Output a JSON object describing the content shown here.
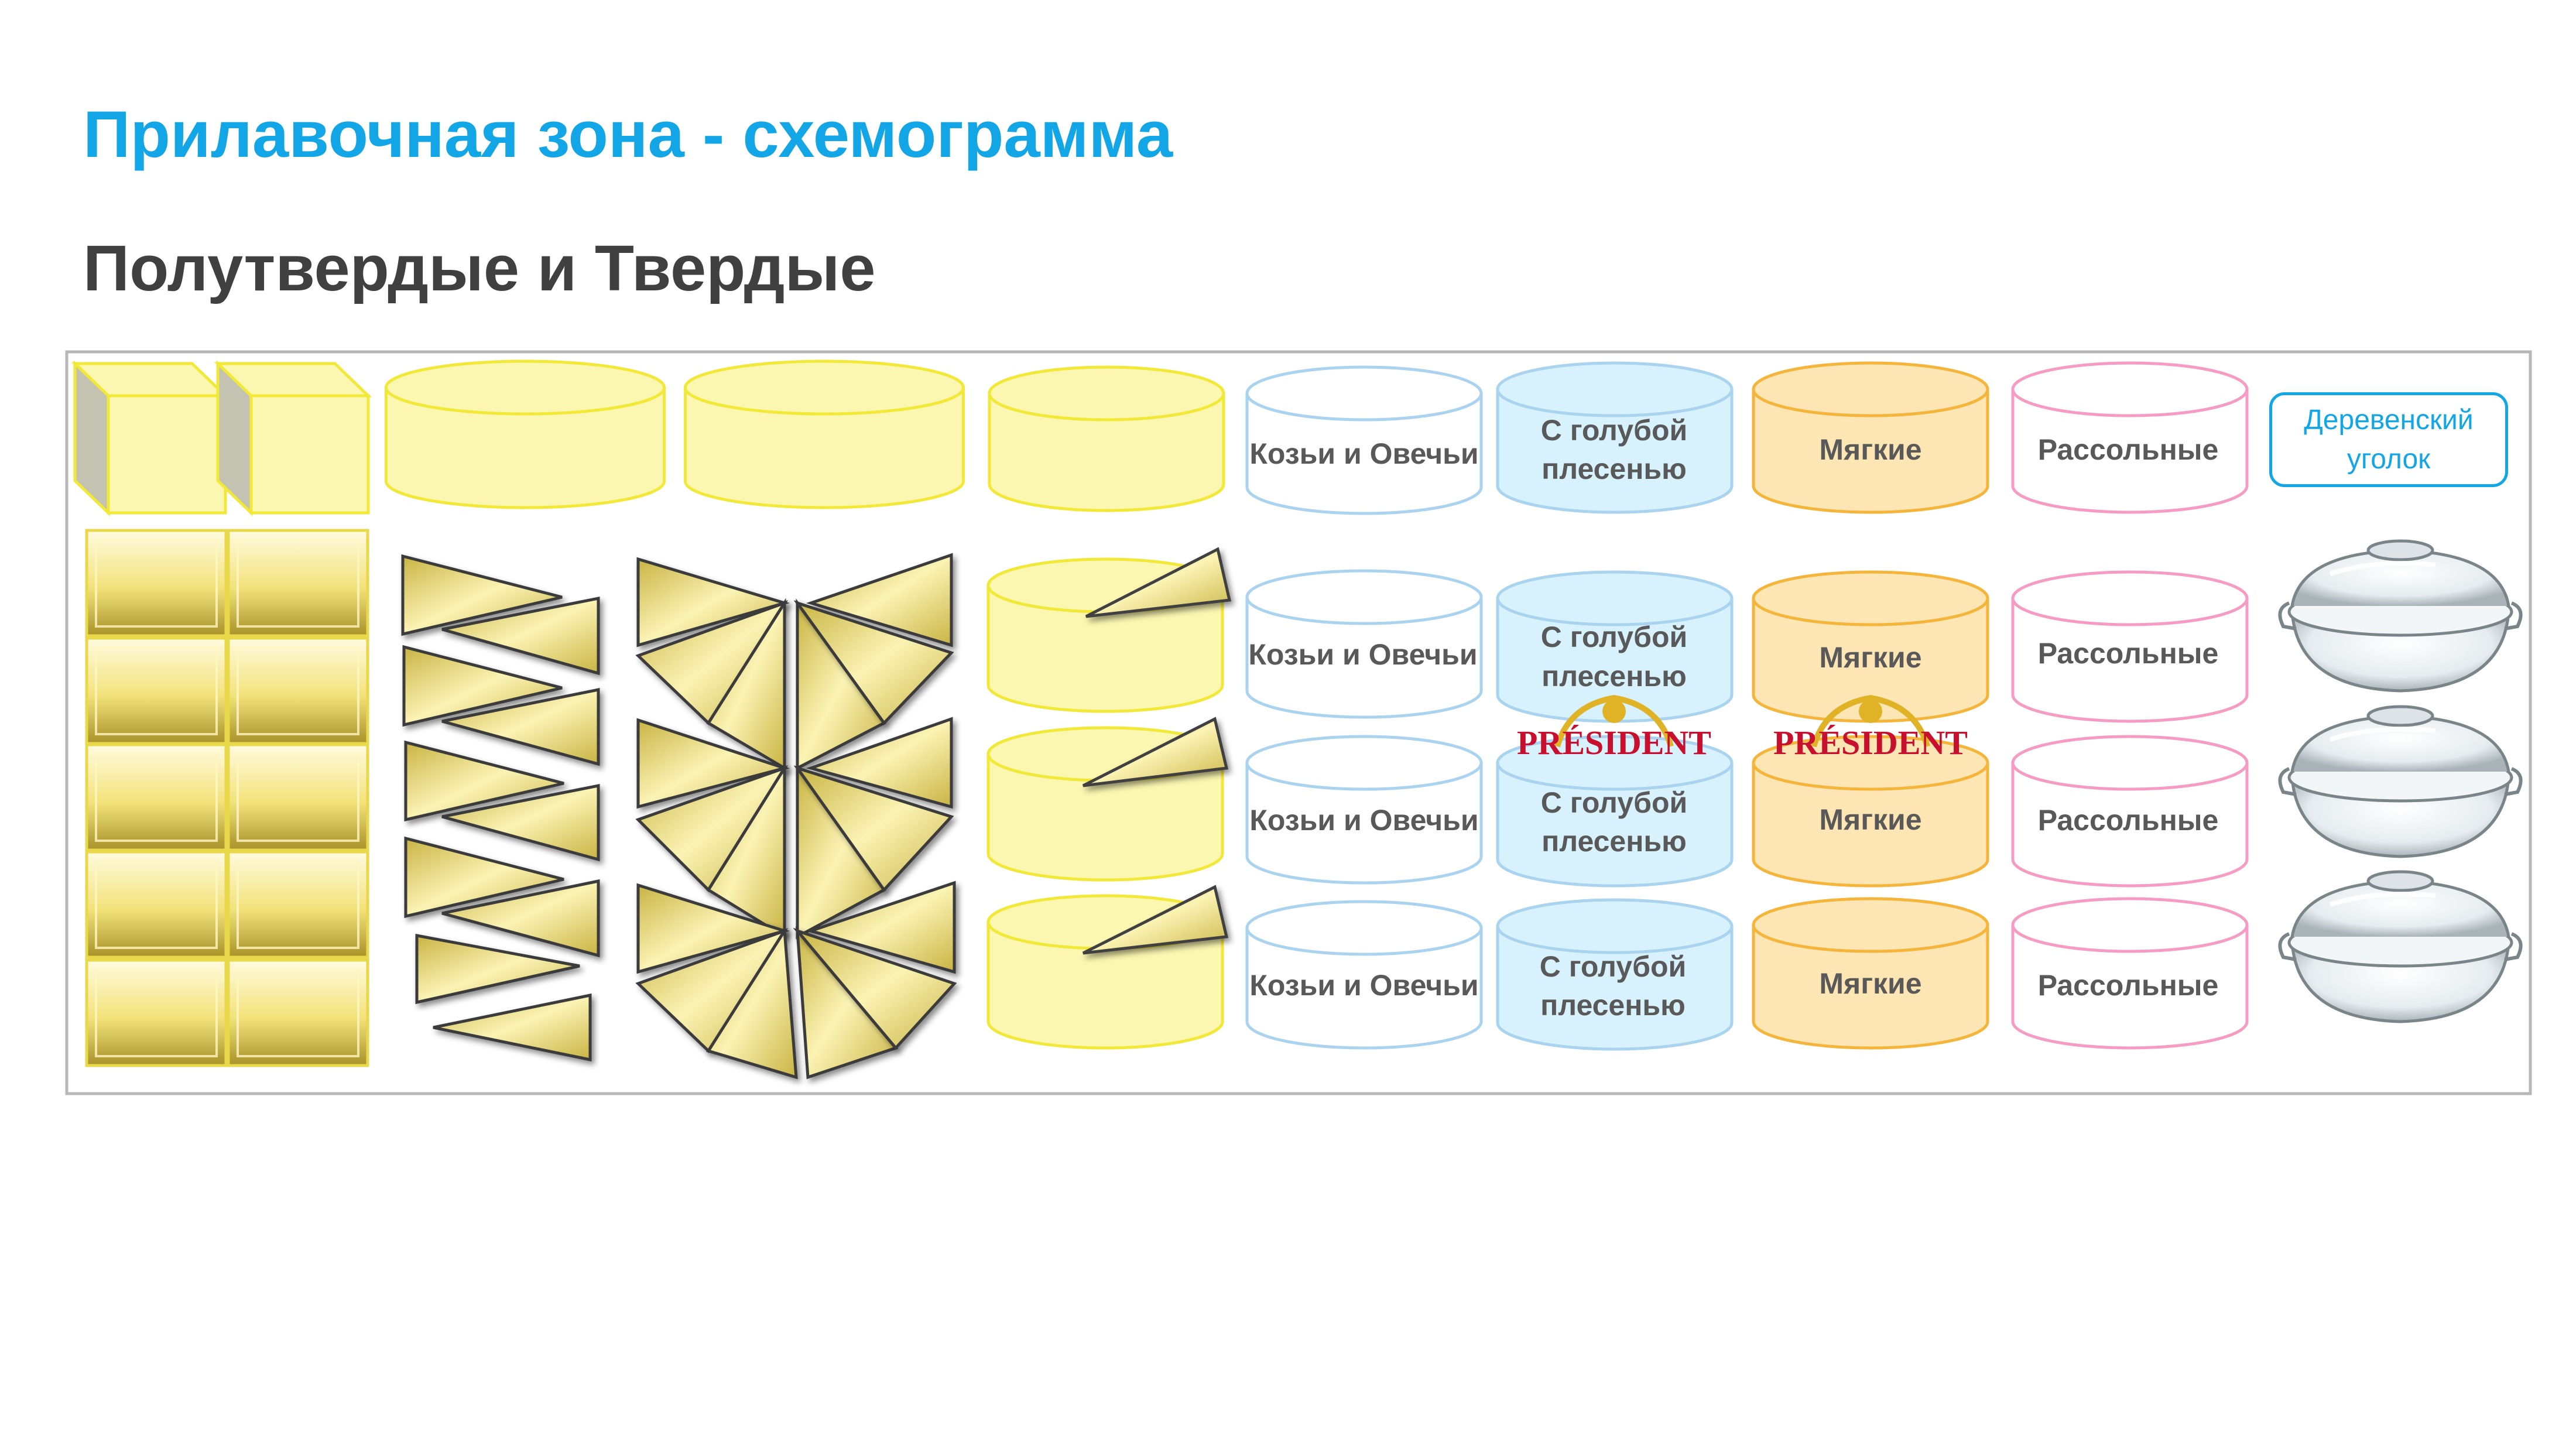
{
  "header": {
    "title": "Прилавочная зона - схемограмма",
    "subtitle": "Полутвердые и Твердые"
  },
  "colors": {
    "title": "#13a6e6",
    "subtitle": "#404040",
    "yellow_fill": "#fbf7b1",
    "yellow_stroke": "#f2e838",
    "goat_stroke": "#a9d3ee",
    "blue_fill": "#d7f1fd",
    "orange_fill": "#fde6b4",
    "orange_stroke": "#f5b43a",
    "pink_stroke": "#f59bc4",
    "president_red": "#c8102e"
  },
  "columns": {
    "goat_sheep": [
      "Козьи и Овечьи",
      "Козьи и Овечьи",
      "Козьи и Овечьи",
      "Козьи и Овечьи"
    ],
    "blue_mold": [
      [
        "С голубой",
        "плесенью"
      ],
      [
        "С голубой",
        "плесенью"
      ],
      [
        "С голубой",
        "плесенью"
      ],
      [
        "С голубой",
        "плесенью"
      ]
    ],
    "soft": [
      "Мягкие",
      "Мягкие",
      "Мягкие",
      "Мягкие"
    ],
    "brine": [
      "Рассольные",
      "Рассольные",
      "Рассольные",
      "Рассольные"
    ]
  },
  "logos": [
    "PRÉSIDENT",
    "PRÉSIDENT"
  ],
  "village_corner": {
    "line1": "Деревенский",
    "line2": "уголок"
  },
  "icons": [
    "cheese-block-icon",
    "cheese-wheel-icon",
    "cheese-wedge-icon",
    "glass-casserole-icon",
    "president-logo-icon"
  ]
}
